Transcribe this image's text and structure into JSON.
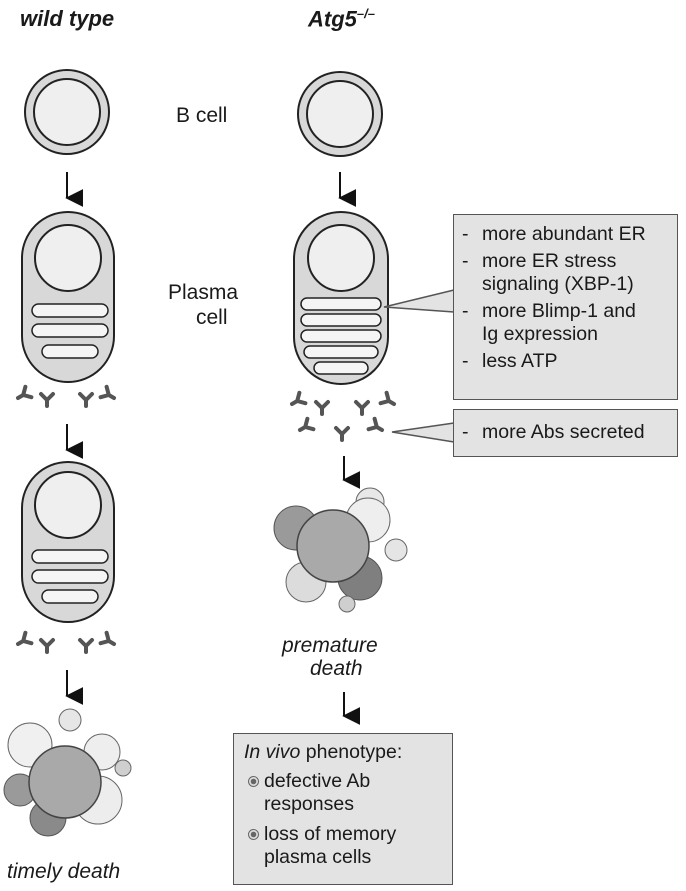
{
  "headers": {
    "wild_type": "wild type",
    "atg5": "Atg5",
    "atg5_sup": "–/–"
  },
  "stage_labels": {
    "b_cell": "B cell",
    "plasma_line1": "Plasma",
    "plasma_line2": "cell"
  },
  "er_box": {
    "items": [
      {
        "line1": "more abundant ER",
        "line2": ""
      },
      {
        "line1": "more ER stress",
        "line2": "signaling (XBP-1)"
      },
      {
        "line1": "more Blimp-1 and",
        "line2": "Ig expression"
      },
      {
        "line1": "less ATP",
        "line2": ""
      }
    ]
  },
  "abs_box": {
    "item": "more Abs secreted"
  },
  "outcomes": {
    "premature_line1": "premature",
    "premature_line2": "death",
    "timely": "timely death"
  },
  "phenotype_box": {
    "title_italic": "In vivo",
    "title_rest": " phenotype:",
    "items": [
      {
        "line1": "defective Ab",
        "line2": "responses"
      },
      {
        "line1": "loss of memory",
        "line2": "plasma cells"
      }
    ]
  },
  "dash": "-"
}
